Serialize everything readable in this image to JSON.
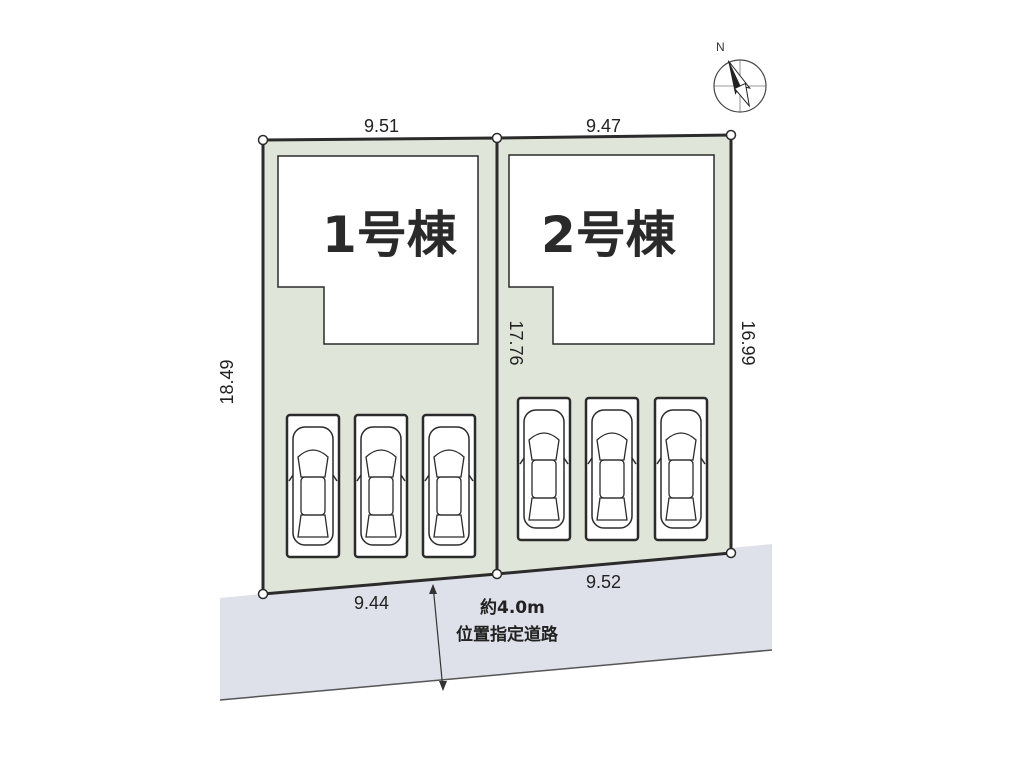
{
  "buildings": [
    {
      "label": "1号棟"
    },
    {
      "label": "2号棟"
    }
  ],
  "dimensions": {
    "lot1_top": "9.51",
    "lot2_top": "9.47",
    "lot1_left": "18.49",
    "shared_boundary": "17.76",
    "lot2_right": "16.99",
    "lot1_bottom": "9.44",
    "lot2_bottom": "9.52"
  },
  "road": {
    "width_label": "約4.0m",
    "type_label": "位置指定道路"
  },
  "compass": {
    "north_label": "N"
  },
  "parking": {
    "lot1_spaces": 3,
    "lot2_spaces": 3
  },
  "colors": {
    "lot_fill": "#dfe5d8",
    "road_fill": "#dfe1ea",
    "building_fill": "#ffffff",
    "line": "#2b2b2b"
  }
}
